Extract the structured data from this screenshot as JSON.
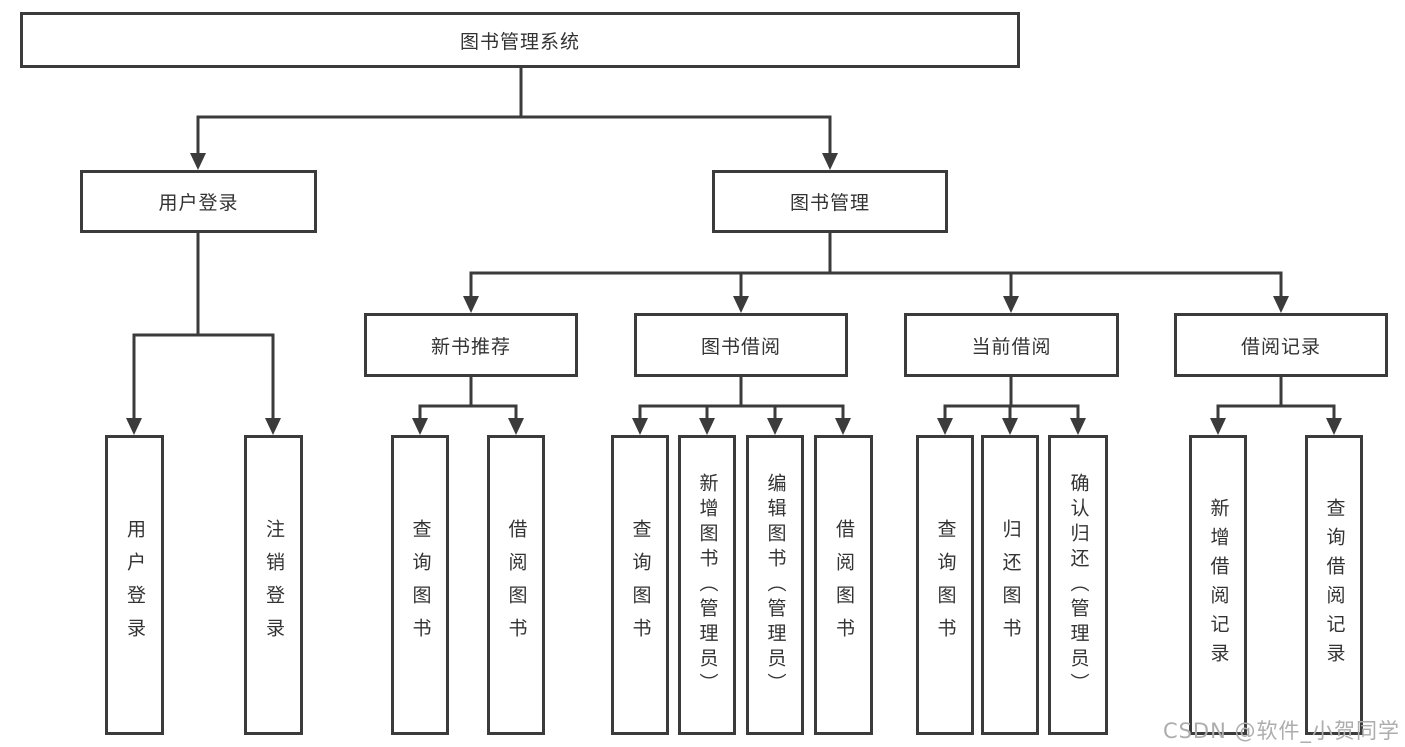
{
  "title": "图书管理系统",
  "watermark": "CSDN @软件_小贺同学",
  "colors": {
    "line": "#3b3b3b",
    "border": "#3b3b3b",
    "text": "#333333",
    "background": "#ffffff",
    "watermark": "#adadad"
  },
  "nodes": {
    "root": {
      "label": "图书管理系统"
    },
    "user_login": {
      "label": "用户登录"
    },
    "book_mgmt": {
      "label": "图书管理"
    },
    "new_book_rec": {
      "label": "新书推荐"
    },
    "book_borrow": {
      "label": "图书借阅"
    },
    "current_borrow": {
      "label": "当前借阅"
    },
    "borrow_records": {
      "label": "借阅记录"
    },
    "user_login_leaf": {
      "label": "用户登录"
    },
    "logout_leaf": {
      "label": "注销登录"
    },
    "nbr_query": {
      "label": "查询图书"
    },
    "nbr_borrow": {
      "label": "借阅图书"
    },
    "bb_query": {
      "label": "查询图书"
    },
    "bb_add": {
      "label": "新增图书（管理员）"
    },
    "bb_edit": {
      "label": "编辑图书（管理员）"
    },
    "bb_borrow": {
      "label": "借阅图书"
    },
    "cb_query": {
      "label": "查询图书"
    },
    "cb_return": {
      "label": "归还图书"
    },
    "cb_confirm": {
      "label": "确认归还（管理员）"
    },
    "br_add": {
      "label": "新增借阅记录"
    },
    "br_query": {
      "label": "查询借阅记录"
    }
  },
  "edges": [
    {
      "parent": "图书管理系统",
      "child": "用户登录"
    },
    {
      "parent": "图书管理系统",
      "child": "图书管理"
    },
    {
      "parent": "用户登录",
      "child": "用户登录"
    },
    {
      "parent": "用户登录",
      "child": "注销登录"
    },
    {
      "parent": "图书管理",
      "child": "新书推荐"
    },
    {
      "parent": "图书管理",
      "child": "图书借阅"
    },
    {
      "parent": "图书管理",
      "child": "当前借阅"
    },
    {
      "parent": "图书管理",
      "child": "借阅记录"
    },
    {
      "parent": "新书推荐",
      "child": "查询图书"
    },
    {
      "parent": "新书推荐",
      "child": "借阅图书"
    },
    {
      "parent": "图书借阅",
      "child": "查询图书"
    },
    {
      "parent": "图书借阅",
      "child": "新增图书（管理员）"
    },
    {
      "parent": "图书借阅",
      "child": "编辑图书（管理员）"
    },
    {
      "parent": "图书借阅",
      "child": "借阅图书"
    },
    {
      "parent": "当前借阅",
      "child": "查询图书"
    },
    {
      "parent": "当前借阅",
      "child": "归还图书"
    },
    {
      "parent": "当前借阅",
      "child": "确认归还（管理员）"
    },
    {
      "parent": "借阅记录",
      "child": "新增借阅记录"
    },
    {
      "parent": "借阅记录",
      "child": "查询借阅记录"
    }
  ]
}
